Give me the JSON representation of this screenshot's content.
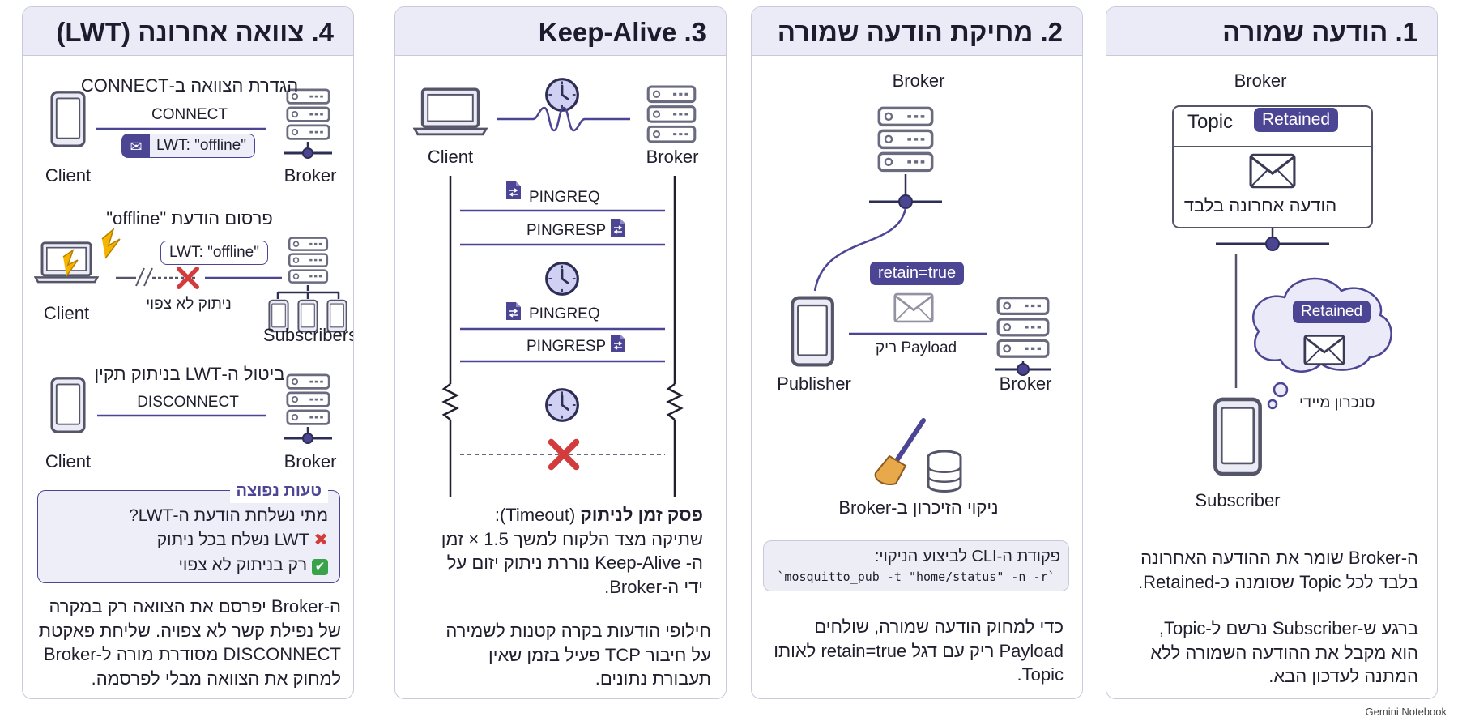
{
  "panels": {
    "p1": {
      "title": "1. הודעה שמורה",
      "broker": "Broker",
      "topic": "Topic",
      "retained": "Retained",
      "last_only": "הודעה אחרונה בלבד",
      "cloud_tag": "Retained",
      "instant_sync": "סנכרון מיידי",
      "subscriber": "Subscriber",
      "para1": "ה-Broker שומר את ההודעה האחרונה בלבד לכל Topic שסומנה כ-Retained.",
      "para2": "ברגע ש-Subscriber נרשם ל-Topic, הוא מקבל את ההודעה השמורה ללא המתנה לעדכון הבא."
    },
    "p2": {
      "title": "2. מחיקת הודעה שמורה",
      "broker_top": "Broker",
      "retain_tag": "retain=true",
      "publisher": "Publisher",
      "payload": "Payload ריק",
      "broker_right": "Broker",
      "cleanup": "ניקוי הזיכרון ב-Broker",
      "cli_heading": "פקודת ה-CLI לביצוע הניקוי:",
      "cli_code": "`mosquitto_pub -t \"home/status\" -n -r`",
      "para": "כדי למחוק הודעה שמורה, שולחים Payload ריק עם דגל retain=true לאותו Topic."
    },
    "p3": {
      "title": "Keep-Alive .3",
      "client": "Client",
      "broker": "Broker",
      "pingreq1": "PINGREQ",
      "pingresp1": "PINGRESP",
      "pingreq2": "PINGREQ",
      "pingresp2": "PINGRESP",
      "timeout_title": "פסק זמן לניתוק",
      "timeout_rest": " (Timeout):",
      "timeout_body": "שתיקה מצד הלקוח למשך 1.5 × זמן ה- Keep-Alive נוררת ניתוק יזום על ידי ה-Broker.",
      "para": "חילופי הודעות בקרה קטנות לשמירה על חיבור TCP פעיל בזמן שאין תעבורת נתונים."
    },
    "p4": {
      "title": "4. צוואה אחרונה (LWT)",
      "setup_heading": "הגדרת הצוואה ב-CONNECT",
      "connect": "CONNECT",
      "lwt_msg": "LWT: \"offline\"",
      "client1": "Client",
      "broker1": "Broker",
      "publish_heading": "פרסום הודעת \"offline\"",
      "lwt_bubble": "LWT: \"offline\"",
      "unexpected": "ניתוק לא צפוי",
      "client2": "Client",
      "subscribers": "Subscribers",
      "cancel_heading": "ביטול ה-LWT בניתוק תקין",
      "disconnect": "DISCONNECT",
      "client3": "Client",
      "broker3": "Broker",
      "pitfall_title": "טעות נפוצה",
      "pitfall_q": "מתי נשלחת הודעת ה-LWT?",
      "pitfall_wrong": "LWT נשלח בכל ניתוק",
      "pitfall_right": "רק בניתוק לא צפוי",
      "para": "ה-Broker יפרסם את הצוואה רק במקרה של נפילת קשר לא צפויה. שליחת פאקטת DISCONNECT מסודרת מורה ל-Broker למחוק את הצוואה מבלי לפרסמה."
    }
  },
  "brand": "Gemini Notebook",
  "colors": {
    "accent": "#4b4594",
    "border": "#c9c9db",
    "header_bg": "#ebebf7",
    "error": "#d33c3c",
    "ok": "#3aa34a"
  }
}
